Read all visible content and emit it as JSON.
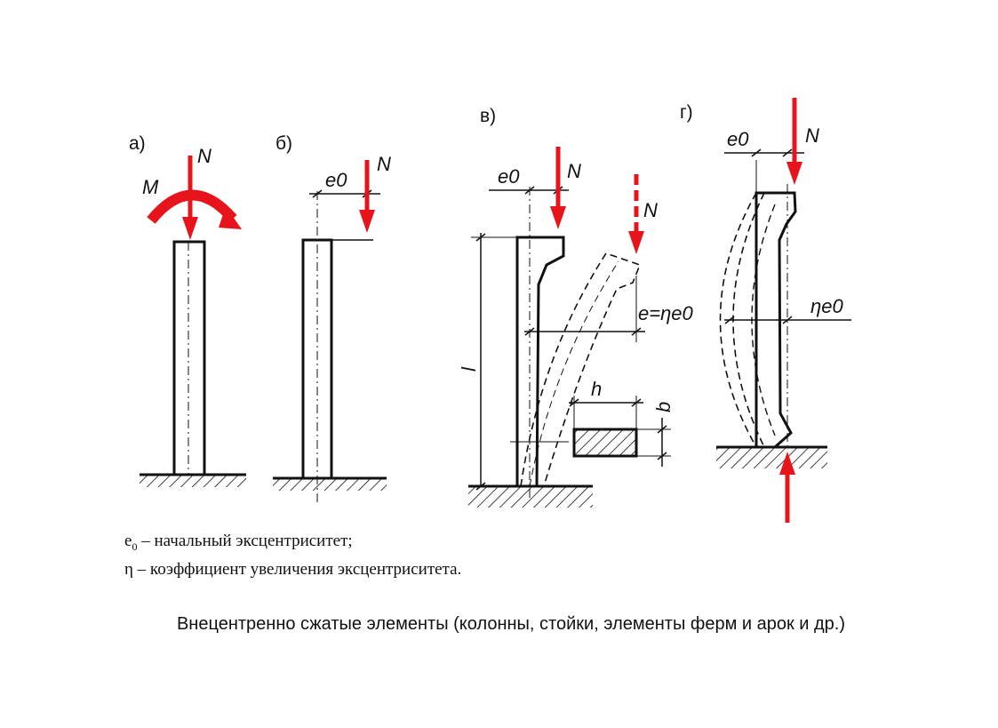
{
  "panels": {
    "a": {
      "label": "а)",
      "force": "N",
      "moment": "M"
    },
    "b": {
      "label": "б)",
      "force": "N",
      "ecc": "e0"
    },
    "v": {
      "label": "в)",
      "force": "N",
      "force2": "N",
      "ecc": "e0",
      "ecc_full": "e=ηe0",
      "length": "l",
      "width": "h",
      "thickness": "b"
    },
    "g": {
      "label": "г)",
      "force": "N",
      "ecc": "e0",
      "ecc_full": "ηe0"
    }
  },
  "legend": {
    "line1_sym": "e",
    "line1_sub": "0",
    "line1_text": " – начальный эксцентриситет;",
    "line2": "η – коэффициент увеличения эксцентриситета."
  },
  "caption": "Внецентренно сжатые элементы (колонны, стойки, элементы ферм и арок и др.)",
  "colors": {
    "force": "#e8141c",
    "line": "#111111"
  }
}
